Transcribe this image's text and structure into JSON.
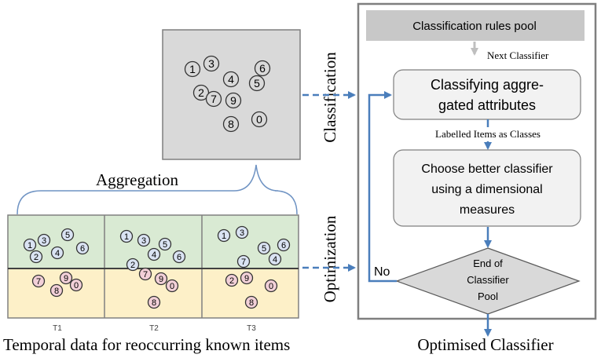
{
  "labels": {
    "aggregation": "Aggregation",
    "classification": "Classification",
    "optimization": "Optimization",
    "temporal_caption": "Temporal data for reoccurring known items",
    "output_caption": "Optimised Classifier"
  },
  "aggregated_items": [
    "1",
    "3",
    "6",
    "4",
    "5",
    "2",
    "7",
    "9",
    "8",
    "0"
  ],
  "time_panels": [
    {
      "label": "T1",
      "top_items": [
        "1",
        "3",
        "5",
        "2",
        "4",
        "6"
      ],
      "bottom_items": [
        "7",
        "9",
        "8",
        "0"
      ]
    },
    {
      "label": "T2",
      "top_items": [
        "1",
        "3",
        "5",
        "4",
        "2",
        "6"
      ],
      "bottom_items": [
        "7",
        "9",
        "0",
        "8"
      ]
    },
    {
      "label": "T3",
      "top_items": [
        "1",
        "3",
        "6",
        "7",
        "4",
        "5"
      ],
      "bottom_items": [
        "2",
        "9",
        "0",
        "8"
      ]
    }
  ],
  "flow": {
    "rules_pool": "Classification rules pool",
    "next_classifier": "Next Classifier",
    "classify_line1": "Classifying aggre-",
    "classify_line2": "gated attributes",
    "labelled_items": "Labelled Items as Classes",
    "choose_line1": "Choose better classifier",
    "choose_line2": "using a dimensional",
    "choose_line3": "measures",
    "decision_line1": "End of",
    "decision_line2": "Classifier",
    "decision_line3": "Pool",
    "no_label": "No"
  },
  "colors": {
    "arrow": "#4a7ebb",
    "green_band": "#d9ead3",
    "yellow_band": "#fdf0c8",
    "blue_item": "#dae3f3",
    "pink_item": "#f2d0d8",
    "agg_box": "#d9d9d9",
    "rules_bar": "#c8c8c8",
    "process_box": "#f2f2f2"
  }
}
